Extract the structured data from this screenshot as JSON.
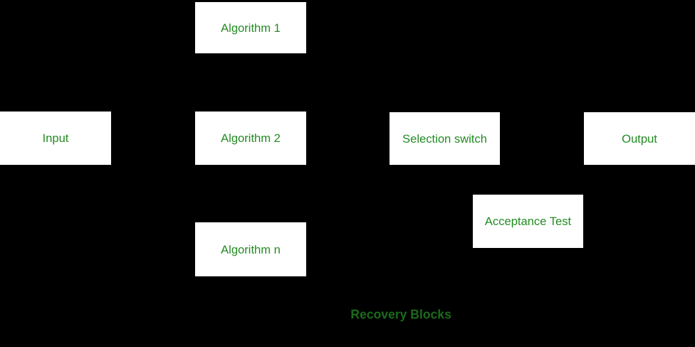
{
  "diagram": {
    "caption": "Recovery Blocks",
    "nodes": {
      "algorithm1": {
        "label": "Algorithm 1"
      },
      "input": {
        "label": "Input"
      },
      "algorithm2": {
        "label": "Algorithm 2"
      },
      "selectionSwitch": {
        "label": "Selection switch"
      },
      "output": {
        "label": "Output"
      },
      "acceptanceTest": {
        "label": "Acceptance Test"
      },
      "algorithmN": {
        "label": "Algorithm n"
      }
    },
    "colors": {
      "background": "#000000",
      "node_fill": "#ffffff",
      "node_text": "#228B22",
      "caption_text": "#1b6b1b"
    }
  }
}
